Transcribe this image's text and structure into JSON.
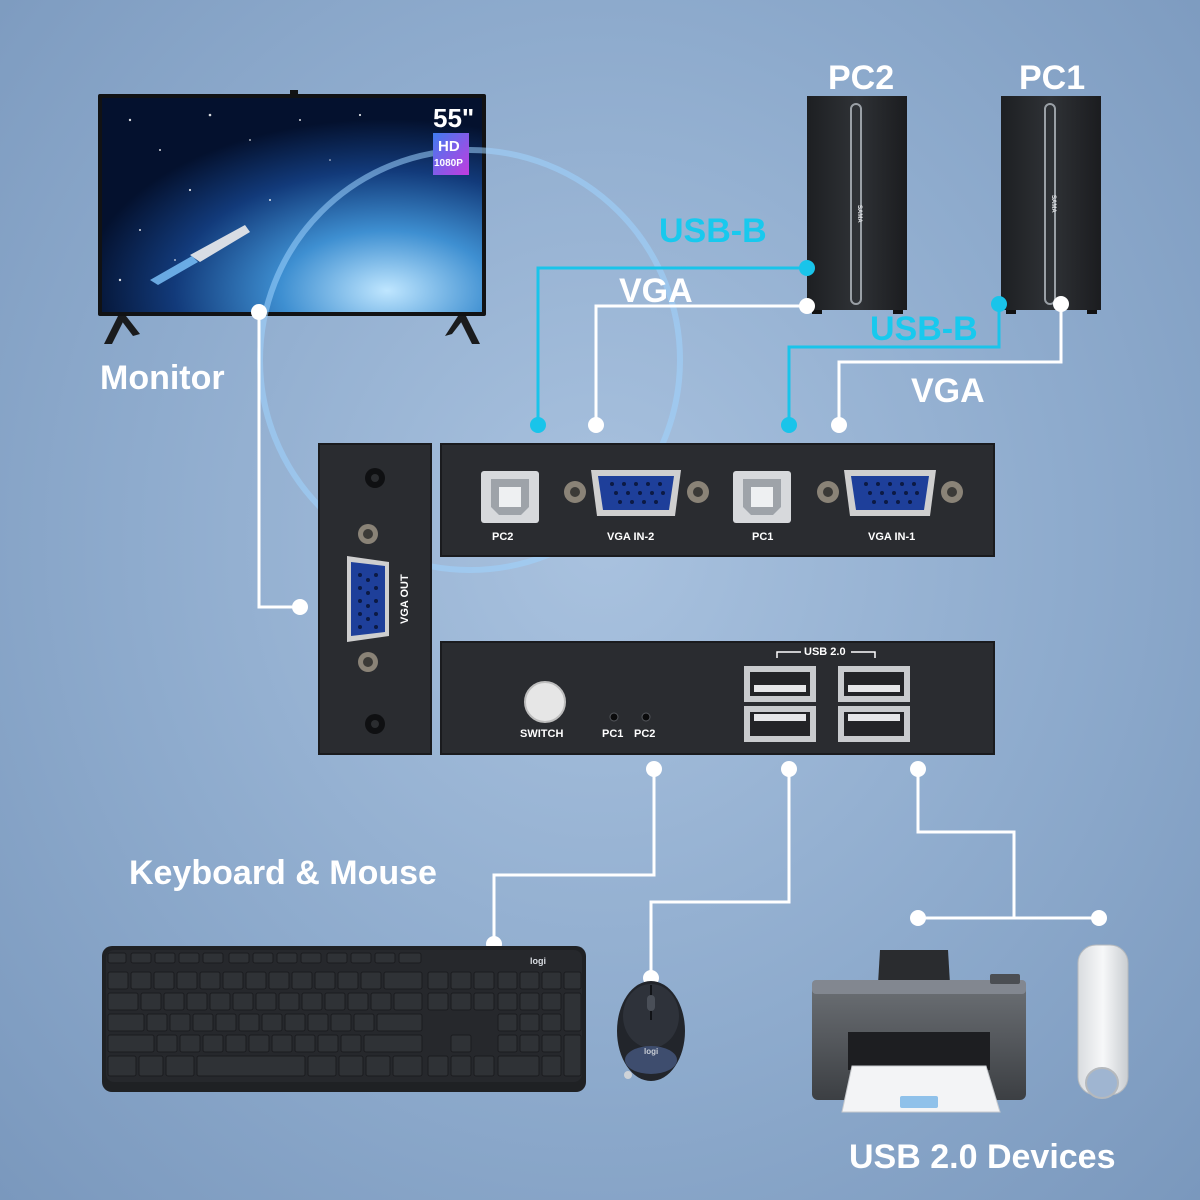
{
  "labels": {
    "monitor": "Monitor",
    "pc2": "PC2",
    "pc1": "PC1",
    "usb_b_top": "USB-B",
    "vga_top": "VGA",
    "usb_b_bottom": "USB-B",
    "vga_bottom": "VGA",
    "keyboard_mouse": "Keyboard & Mouse",
    "usb_devices": "USB 2.0 Devices"
  },
  "monitor_badge": {
    "size": "55\"",
    "hd": "HD",
    "resolution": "1080P"
  },
  "switch_box": {
    "vga_out": "VGA OUT",
    "port_pc2": "PC2",
    "port_vga_in_2": "VGA IN-2",
    "port_pc1": "PC1",
    "port_vga_in_1": "VGA IN-1",
    "switch_button": "SWITCH",
    "led_pc1": "PC1",
    "led_pc2": "PC2",
    "usb_header": "USB 2.0"
  },
  "devices": {
    "keyboard_brand": "logi",
    "mouse_brand": "logi",
    "tower_brand": "SAMA"
  },
  "colors": {
    "background": "#8eabcd",
    "usb_b_wire": "#19c4ea",
    "vga_wire": "#ffffff",
    "device_body": "#2b2d31"
  }
}
